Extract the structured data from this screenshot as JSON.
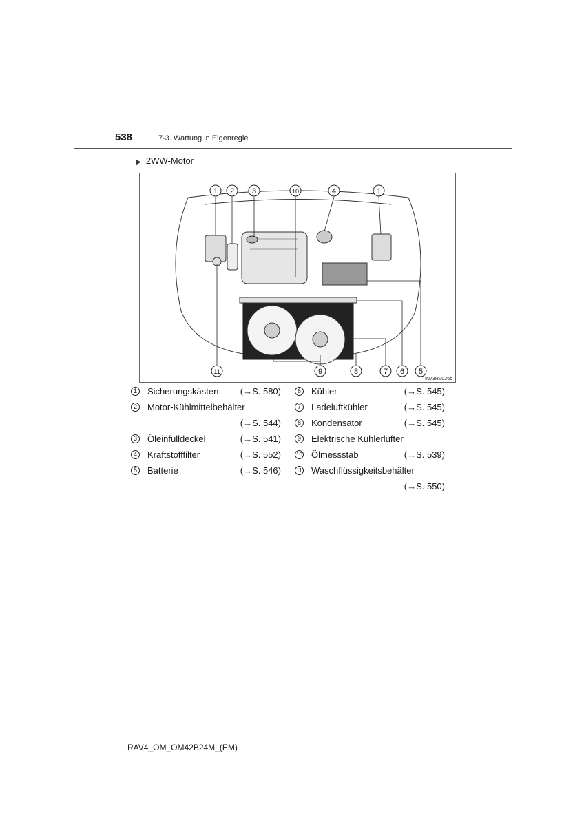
{
  "header": {
    "page_number": "538",
    "section": "7-3. Wartung in Eigenregie"
  },
  "subheading": {
    "marker": "▶",
    "text": "2WW-Motor"
  },
  "figure": {
    "code": "IN73RV026b",
    "callouts_top": [
      "1",
      "2",
      "3",
      "10",
      "4",
      "1"
    ],
    "callouts_bottom": [
      "11",
      "9",
      "8",
      "7",
      "6",
      "5"
    ]
  },
  "legend": {
    "left": [
      {
        "num": "1",
        "label": "Sicherungskästen",
        "ref": "(→S. 580)"
      },
      {
        "num": "2",
        "label": "Motor-Kühlmittelbehälter",
        "ref": "(→S. 544)"
      },
      {
        "num": "3",
        "label": "Öleinfülldeckel",
        "ref": "(→S. 541)"
      },
      {
        "num": "4",
        "label": "Kraftstofffilter",
        "ref": "(→S. 552)"
      },
      {
        "num": "5",
        "label": "Batterie",
        "ref": "(→S. 546)"
      }
    ],
    "right": [
      {
        "num": "6",
        "label": "Kühler",
        "ref": "(→S. 545)"
      },
      {
        "num": "7",
        "label": "Ladeluftkühler",
        "ref": "(→S. 545)"
      },
      {
        "num": "8",
        "label": "Kondensator",
        "ref": "(→S. 545)"
      },
      {
        "num": "9",
        "label": "Elektrische Kühlerlüfter",
        "ref": ""
      },
      {
        "num": "10",
        "label": "Ölmessstab",
        "ref": "(→S. 539)"
      },
      {
        "num": "11",
        "label": "Waschflüssigkeitsbehälter",
        "ref": "(→S. 550)"
      }
    ]
  },
  "footer": {
    "doc_code": "RAV4_OM_OM42B24M_(EM)"
  }
}
